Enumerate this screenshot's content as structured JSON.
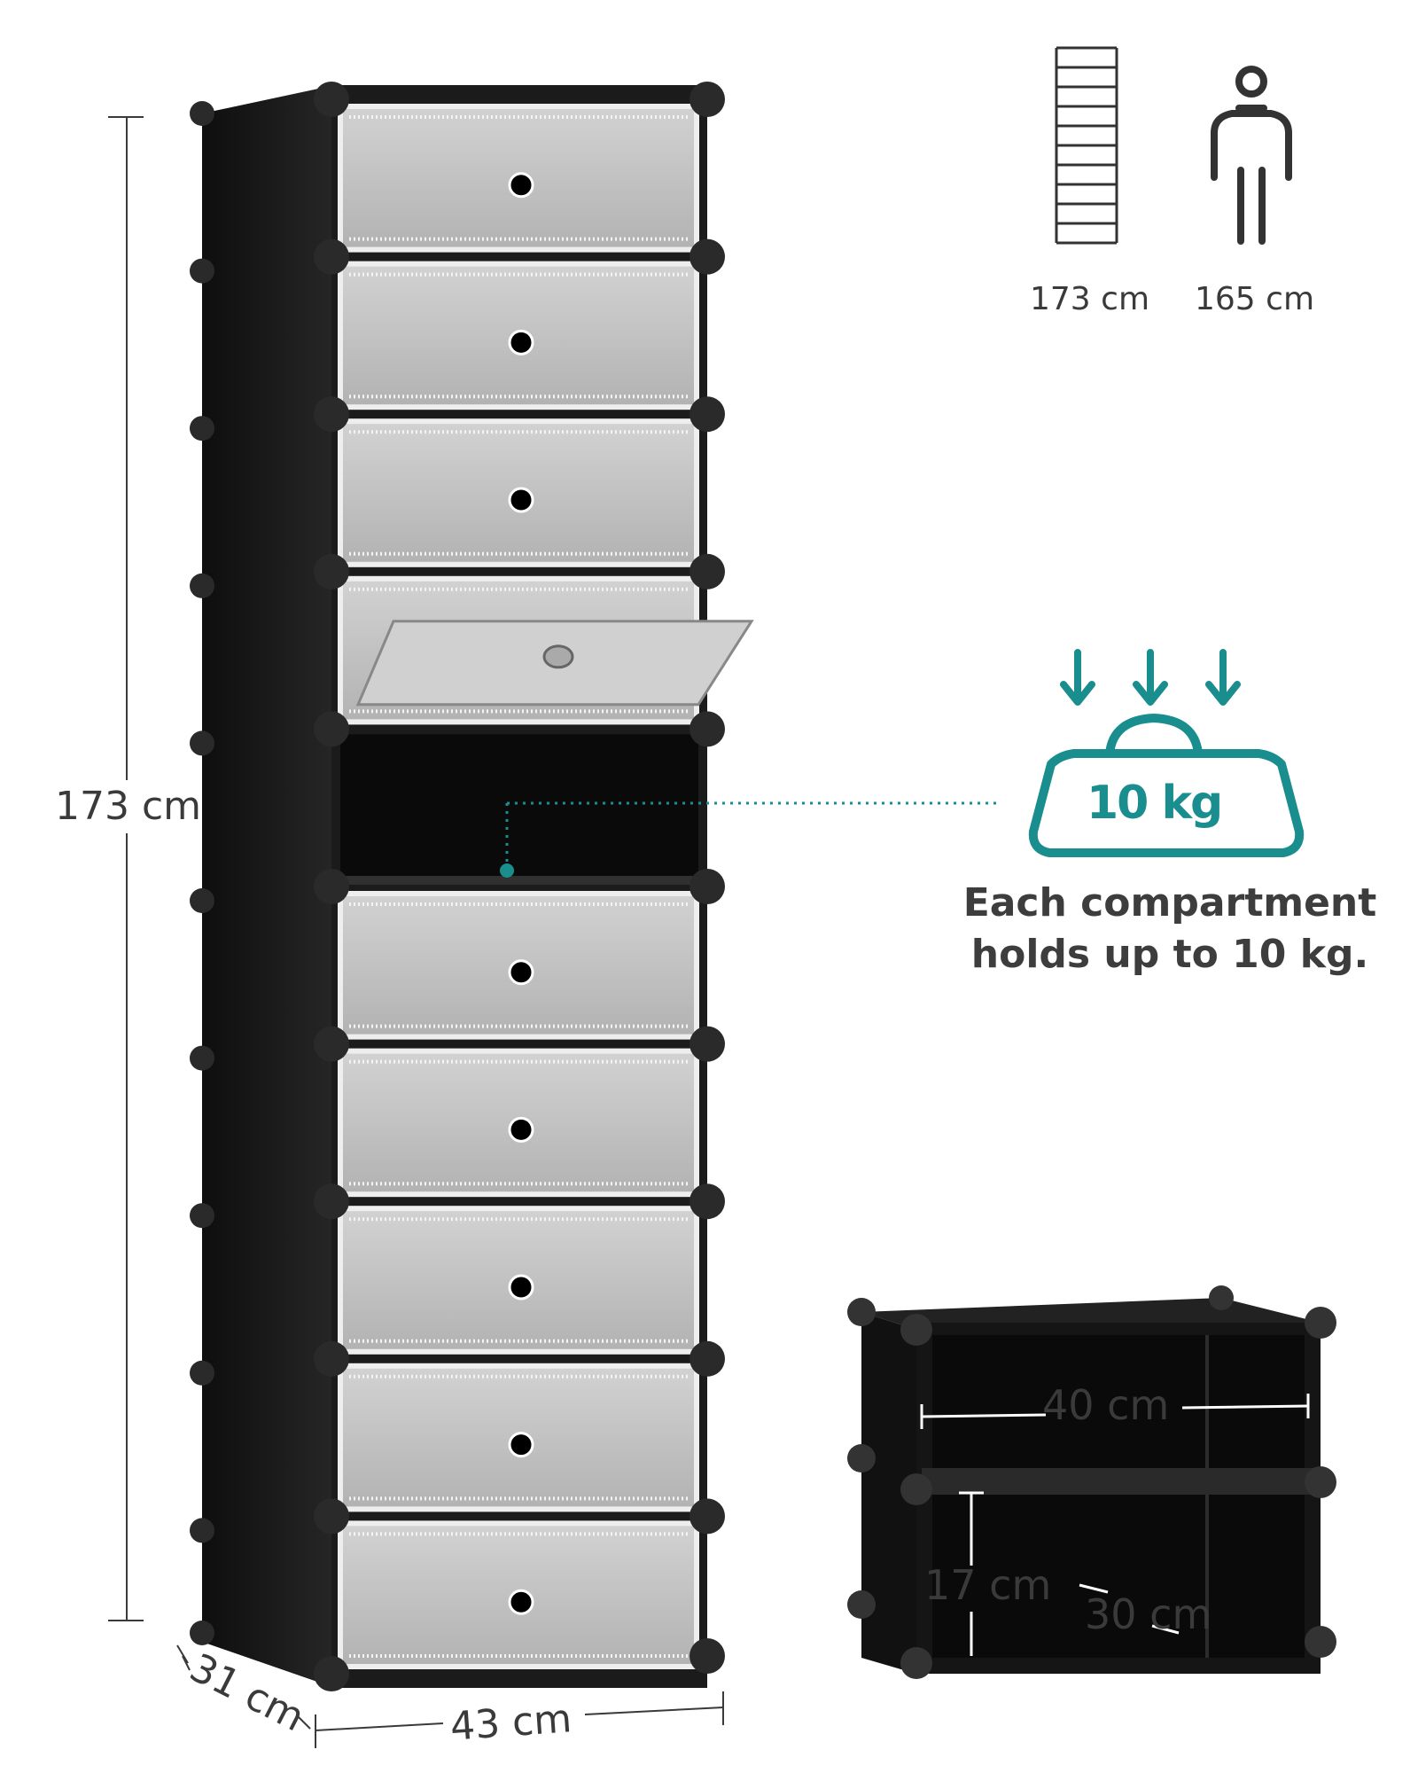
{
  "dimensions": {
    "total_height": "173 cm",
    "width": "43 cm",
    "depth": "31 cm"
  },
  "comparison": {
    "ladder_height": "173 cm",
    "person_height": "165 cm"
  },
  "load": {
    "weight": "10 kg",
    "caption_line1": "Each compartment",
    "caption_line2": "holds up to 10 kg."
  },
  "compartment": {
    "inner_width": "40 cm",
    "inner_height": "17 cm",
    "inner_depth": "30 cm"
  },
  "colors": {
    "accent": "#1a8e8e",
    "panel_black": "#1b1b1b",
    "door_gray": "#b9b9b9",
    "text": "#3a3a3a"
  },
  "icons": [
    "ladder-icon",
    "person-icon",
    "weight-icon",
    "down-arrow-icon"
  ],
  "cabinet": {
    "compartments": 10,
    "open_compartment_index": 4
  }
}
